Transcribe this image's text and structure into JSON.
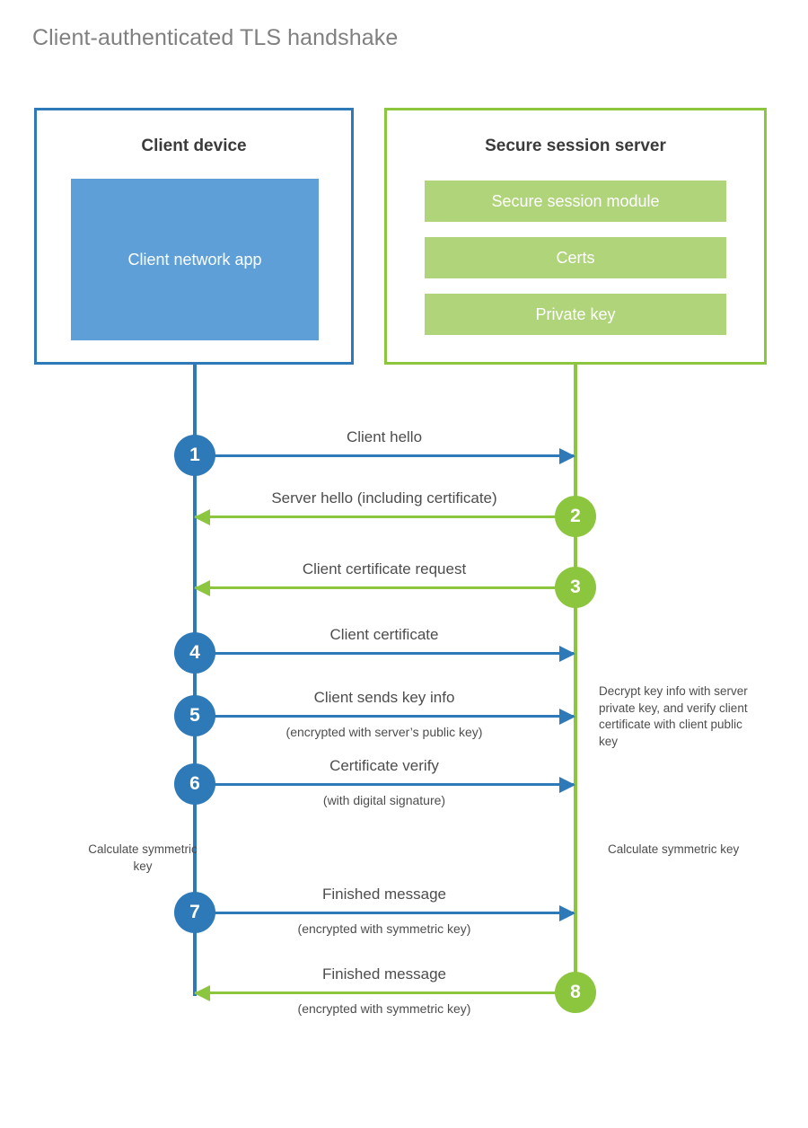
{
  "title": "Client-authenticated TLS handshake",
  "colors": {
    "client_accent": "#2e79b8",
    "client_app_fill": "#5e9fd8",
    "server_accent": "#8cc63e",
    "server_bar_fill": "#b0d47a",
    "title_text": "#808080",
    "body_text": "#4d4d4d"
  },
  "client": {
    "title": "Client device",
    "app_label": "Client network app"
  },
  "server": {
    "title": "Secure session server",
    "components": [
      "Secure session module",
      "Certs",
      "Private key"
    ]
  },
  "steps": [
    {
      "number": "1",
      "direction": "to-server",
      "label": "Client hello",
      "sublabel": ""
    },
    {
      "number": "2",
      "direction": "to-client",
      "label": "Server hello (including certificate)",
      "sublabel": ""
    },
    {
      "number": "3",
      "direction": "to-client",
      "label": "Client certificate request",
      "sublabel": ""
    },
    {
      "number": "4",
      "direction": "to-server",
      "label": "Client certificate",
      "sublabel": ""
    },
    {
      "number": "5",
      "direction": "to-server",
      "label": "Client sends key info",
      "sublabel": "(encrypted with server’s public key)"
    },
    {
      "number": "6",
      "direction": "to-server",
      "label": "Certificate verify",
      "sublabel": "(with digital signature)"
    },
    {
      "number": "7",
      "direction": "to-server",
      "label": "Finished message",
      "sublabel": "(encrypted with symmetric key)"
    },
    {
      "number": "8",
      "direction": "to-client",
      "label": "Finished message",
      "sublabel": "(encrypted with symmetric key)"
    }
  ],
  "notes": {
    "server_decrypt": "Decrypt key info with server private key, and verify client certificate with client public key",
    "client_symmetric": "Calculate symmetric key",
    "server_symmetric": "Calculate symmetric key"
  },
  "layout": {
    "step_y": [
      507,
      575,
      654,
      727,
      797,
      873,
      1016,
      1105
    ]
  }
}
